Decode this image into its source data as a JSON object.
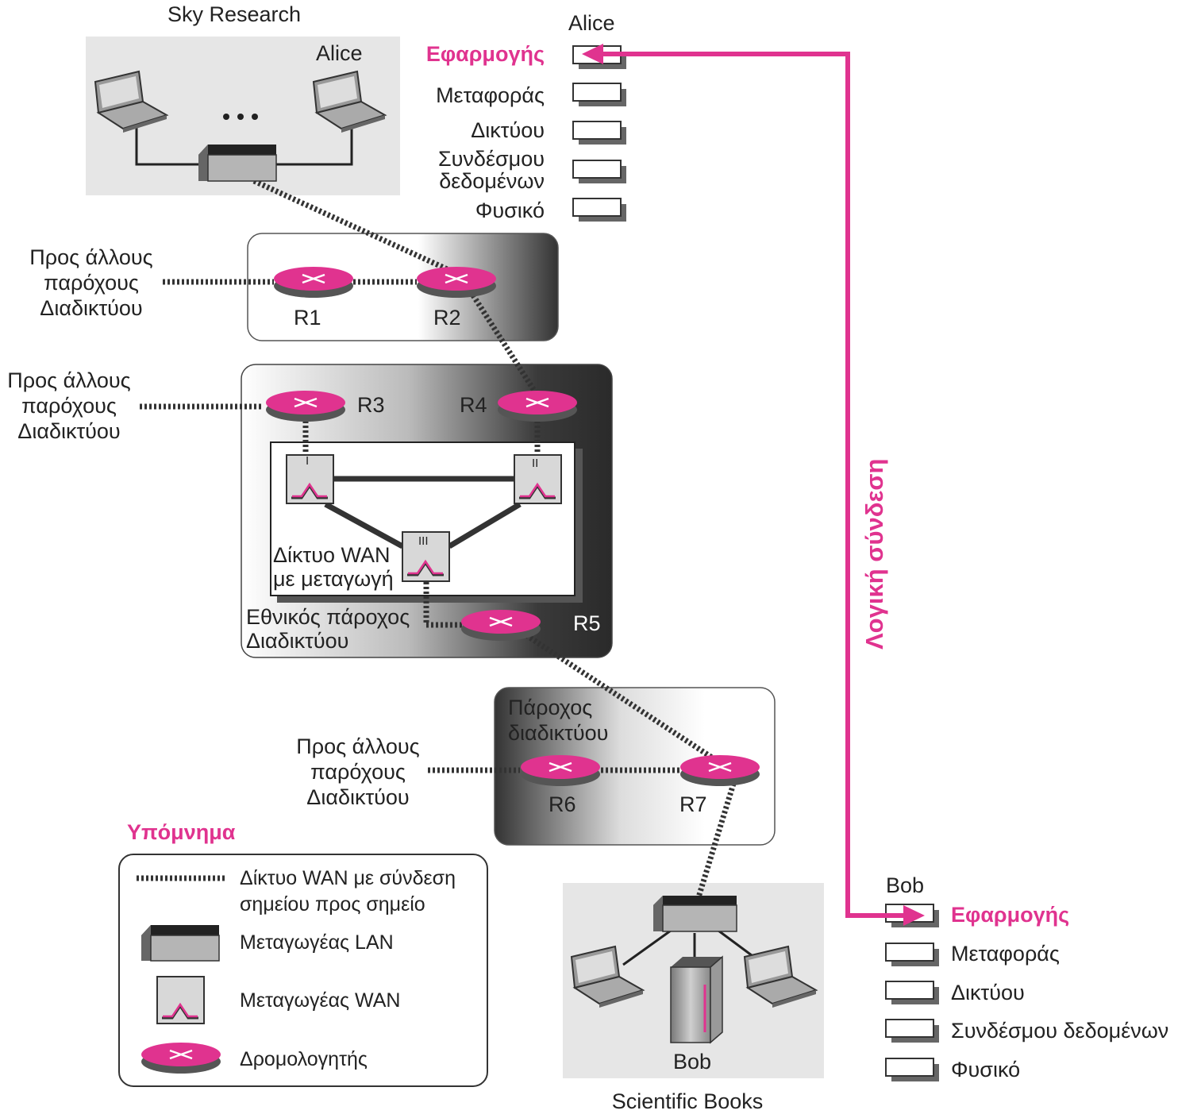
{
  "colors": {
    "accent": "#e0338f",
    "router": "#e0338f",
    "box_border": "#444444"
  },
  "sky_research": {
    "title": "Sky Research",
    "host_label": "Alice",
    "ellipsis": "..."
  },
  "alice_stack": {
    "host": "Alice",
    "layers": [
      "Εφαρμογής",
      "Μεταφοράς",
      "Δικτύου",
      "Συνδέσμου\nδεδομένων",
      "Φυσικό"
    ],
    "layer_lines": {
      "datalink_1": "Συνδέσμου",
      "datalink_2": "δεδομένων"
    }
  },
  "bob_stack": {
    "host": "Bob",
    "layers": [
      "Εφαρμογής",
      "Μεταφοράς",
      "Δικτύου",
      "Συνδέσμου δεδομένων",
      "Φυσικό"
    ]
  },
  "logical_connection": "Λογική σύνδεση",
  "other_isps": {
    "line1": "Προς άλλους",
    "line2": "παρόχους",
    "line3": "Διαδικτύου"
  },
  "routers": {
    "r1": "R1",
    "r2": "R2",
    "r3": "R3",
    "r4": "R4",
    "r5": "R5",
    "r6": "R6",
    "r7": "R7"
  },
  "wan_switches": {
    "s1": "I",
    "s2": "II",
    "s3": "III"
  },
  "wan_net": {
    "line1": "Δίκτυο WAN",
    "line2": "με μεταγωγή"
  },
  "national_isp": {
    "line1": "Εθνικός πάροχος",
    "line2": "Διαδικτύου"
  },
  "regional_isp": {
    "line1": "Πάροχος",
    "line2": "διαδικτύου"
  },
  "scientific_books": {
    "title": "Scientific Books",
    "server_label": "Bob"
  },
  "legend": {
    "title": "Υπόμνημα",
    "p2p_line1": "Δίκτυο WAN με σύνδεση",
    "p2p_line2": "σημείου προς σημείο",
    "lan_switch": "Μεταγωγέας LAN",
    "wan_switch": "Μεταγωγέας WAN",
    "router": "Δρομολογητής"
  }
}
